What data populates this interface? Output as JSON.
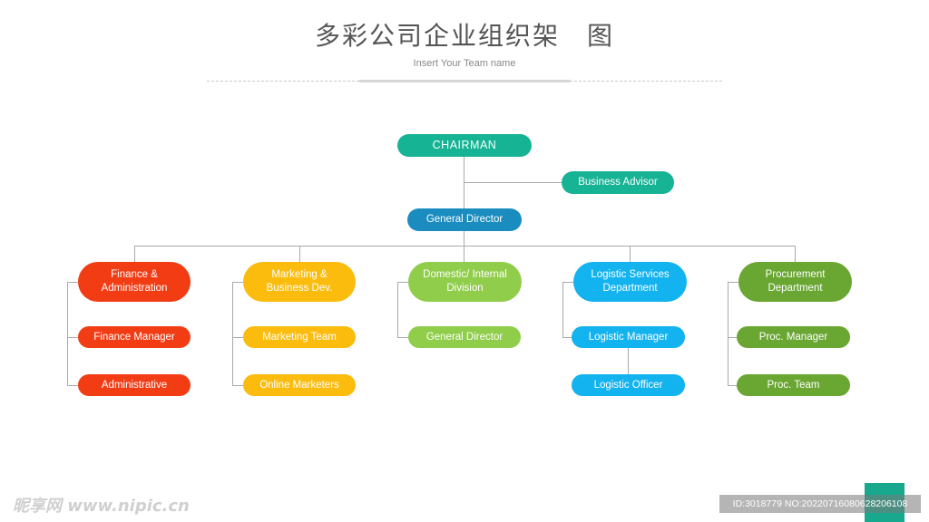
{
  "header": {
    "title": "多彩公司企业组织架　图",
    "subtitle": "Insert Your Team name"
  },
  "colors": {
    "chairman": "#16b394",
    "advisor": "#16b394",
    "general_director": "#1a8cbf",
    "finance": "#f23c14",
    "marketing": "#fbbc0e",
    "domestic": "#8fcd4a",
    "logistic": "#13b3ef",
    "procurement": "#6aa632",
    "connector": "#a9a9a9"
  },
  "chart": {
    "chairman": "CHAIRMAN",
    "advisor": "Business Advisor",
    "general_director": "General Director",
    "departments": [
      {
        "name": "Finance & Administration",
        "children": [
          "Finance Manager",
          "Administrative"
        ]
      },
      {
        "name": "Marketing & Business Dev.",
        "children": [
          "Marketing Team",
          "Online Marketers"
        ]
      },
      {
        "name": "Domestic/ Internal Division",
        "children": [
          "General Director"
        ]
      },
      {
        "name": "Logistic Services Department",
        "children": [
          "Logistic Manager",
          "Logistic Officer"
        ]
      },
      {
        "name": "Procurement Department",
        "children": [
          "Proc. Manager",
          "Proc. Team"
        ]
      }
    ]
  },
  "watermark": {
    "site": "昵享网 www.nipic.cn",
    "id_text": "ID:3018779 NO:20220716080628206108"
  }
}
